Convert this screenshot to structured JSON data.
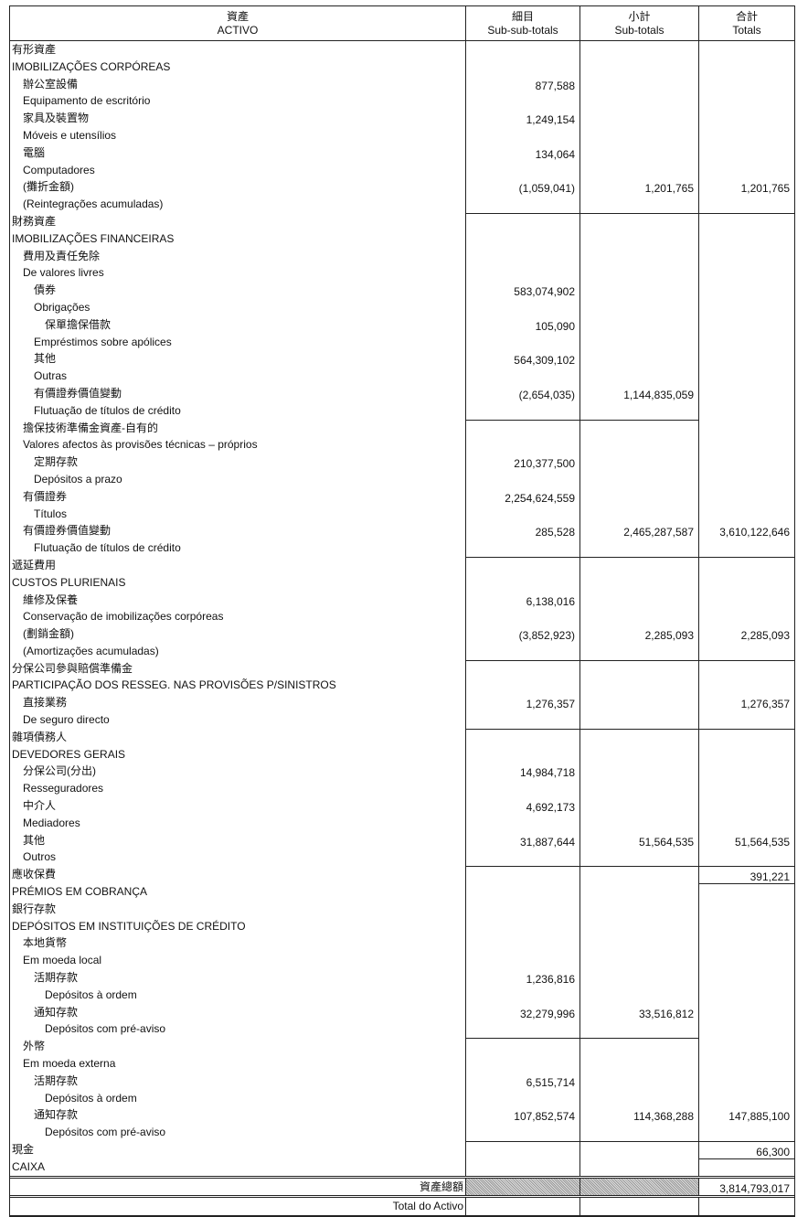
{
  "header": {
    "col1_zh": "資產",
    "col1_pt": "ACTIVO",
    "col2_zh": "細目",
    "col2_pt": "Sub-sub-totals",
    "col3_zh": "小計",
    "col3_pt": "Sub-totals",
    "col4_zh": "合計",
    "col4_pt": "Totals"
  },
  "rows": [
    {
      "label": "有形資產",
      "level": 0
    },
    {
      "label": "IMOBILIZAÇÕES CORPÓREAS",
      "level": 0
    },
    {
      "label": "辦公室設備",
      "level": 1,
      "v": [
        "877,588",
        "",
        ""
      ]
    },
    {
      "label": "Equipamento de escritório",
      "level": 1
    },
    {
      "label": "家具及裝置物",
      "level": 1,
      "v": [
        "1,249,154",
        "",
        ""
      ]
    },
    {
      "label": "Móveis e utensílios",
      "level": 1
    },
    {
      "label": "電腦",
      "level": 1,
      "v": [
        "134,064",
        "",
        ""
      ]
    },
    {
      "label": "Computadores",
      "level": 1
    },
    {
      "label": "(攤折金額)",
      "level": 1,
      "v": [
        "(1,059,041)",
        "1,201,765",
        "1,201,765"
      ]
    },
    {
      "label": "(Reintegrações acumuladas)",
      "level": 1
    },
    {
      "label": "財務資產",
      "level": 0
    },
    {
      "label": "IMOBILIZAÇÕES FINANCEIRAS",
      "level": 0
    },
    {
      "label": "費用及責任免除",
      "level": 1
    },
    {
      "label": "De valores livres",
      "level": 1
    },
    {
      "label": "債券",
      "level": 2,
      "v": [
        "583,074,902",
        "",
        ""
      ]
    },
    {
      "label": "Obrigações",
      "level": 2
    },
    {
      "label": "保單擔保借款",
      "level": 3,
      "v": [
        "105,090",
        "",
        ""
      ]
    },
    {
      "label": "Empréstimos sobre apólices",
      "level": 2
    },
    {
      "label": "其他",
      "level": 2,
      "v": [
        "564,309,102",
        "",
        ""
      ]
    },
    {
      "label": "Outras",
      "level": 2
    },
    {
      "label": "有價證券價值變動",
      "level": 2,
      "v": [
        "(2,654,035)",
        "1,144,835,059",
        ""
      ]
    },
    {
      "label": "Flutuação de títulos de crédito",
      "level": 2
    },
    {
      "label": "擔保技術準備金資產-自有的",
      "level": 1
    },
    {
      "label": "Valores afectos às provisões técnicas – próprios",
      "level": 1
    },
    {
      "label": "定期存款",
      "level": 2,
      "v": [
        "210,377,500",
        "",
        ""
      ]
    },
    {
      "label": "Depósitos a prazo",
      "level": 2
    },
    {
      "label": "有價證券",
      "level": 1,
      "v": [
        "2,254,624,559",
        "",
        ""
      ]
    },
    {
      "label": "Títulos",
      "level": 2
    },
    {
      "label": "有價證券價值變動",
      "level": 1,
      "v": [
        "285,528",
        "2,465,287,587",
        "3,610,122,646"
      ]
    },
    {
      "label": "Flutuação de títulos de crédito",
      "level": 2
    },
    {
      "label": "遞延費用",
      "level": 0
    },
    {
      "label": "CUSTOS PLURIENAIS",
      "level": 0
    },
    {
      "label": "維修及保養",
      "level": 1,
      "v": [
        "6,138,016",
        "",
        ""
      ]
    },
    {
      "label": "Conservação de imobilizações corpóreas",
      "level": 1
    },
    {
      "label": "(劃銷金額)",
      "level": 1,
      "v": [
        "(3,852,923)",
        "2,285,093",
        "2,285,093"
      ]
    },
    {
      "label": "(Amortizações acumuladas)",
      "level": 1
    },
    {
      "label": "分保公司參與賠償準備金",
      "level": 0
    },
    {
      "label": "PARTICIPAÇÃO DOS RESSEG. NAS PROVISÕES P/SINISTROS",
      "level": 0
    },
    {
      "label": "直接業務",
      "level": 1,
      "v": [
        "1,276,357",
        "",
        "1,276,357"
      ]
    },
    {
      "label": "De seguro directo",
      "level": 1
    },
    {
      "label": "雜項債務人",
      "level": 0
    },
    {
      "label": "DEVEDORES GERAIS",
      "level": 0
    },
    {
      "label": "分保公司(分出)",
      "level": 1,
      "v": [
        "14,984,718",
        "",
        ""
      ]
    },
    {
      "label": "Resseguradores",
      "level": 1
    },
    {
      "label": "中介人",
      "level": 1,
      "v": [
        "4,692,173",
        "",
        ""
      ]
    },
    {
      "label": "Mediadores",
      "level": 1
    },
    {
      "label": "其他",
      "level": 1,
      "v": [
        "31,887,644",
        "51,564,535",
        "51,564,535"
      ]
    },
    {
      "label": "Outros",
      "level": 1
    },
    {
      "label": "應收保費",
      "level": 0,
      "v": [
        "",
        "",
        "391,221"
      ]
    },
    {
      "label": "PRÉMIOS EM COBRANÇA",
      "level": 0
    },
    {
      "label": "銀行存款",
      "level": 0
    },
    {
      "label": "DEPÓSITOS EM INSTITUIÇÕES DE CRÉDITO",
      "level": 0
    },
    {
      "label": "本地貨幣",
      "level": 1
    },
    {
      "label": "Em moeda local",
      "level": 1
    },
    {
      "label": "活期存款",
      "level": 2,
      "v": [
        "1,236,816",
        "",
        ""
      ]
    },
    {
      "label": "Depósitos à ordem",
      "level": 3
    },
    {
      "label": "通知存款",
      "level": 2,
      "v": [
        "32,279,996",
        "33,516,812",
        ""
      ]
    },
    {
      "label": "Depósitos com pré-aviso",
      "level": 3
    },
    {
      "label": "外幣",
      "level": 1
    },
    {
      "label": "Em moeda externa",
      "level": 1
    },
    {
      "label": "活期存款",
      "level": 2,
      "v": [
        "6,515,714",
        "",
        ""
      ]
    },
    {
      "label": "Depósitos à ordem",
      "level": 3
    },
    {
      "label": "通知存款",
      "level": 2,
      "v": [
        "107,852,574",
        "114,368,288",
        "147,885,100"
      ]
    },
    {
      "label": "Depósitos com pré-aviso",
      "level": 3
    },
    {
      "label": "現金",
      "level": 0,
      "v": [
        "",
        "",
        "66,300"
      ]
    },
    {
      "label": "CAIXA",
      "level": 0
    }
  ],
  "total": {
    "label_zh": "資產總額",
    "label_pt": "Total do Activo",
    "value": "3,814,793,017"
  }
}
